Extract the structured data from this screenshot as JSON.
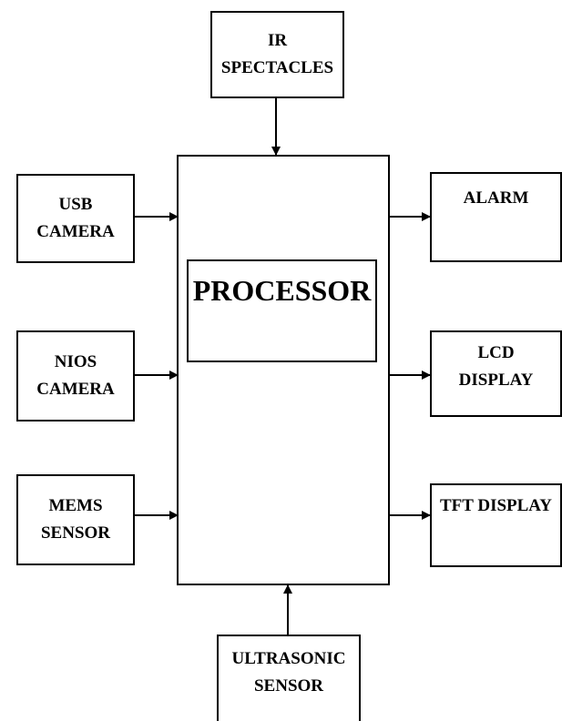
{
  "diagram": {
    "colors": {
      "line": "#000000",
      "background": "#ffffff"
    },
    "blocks": {
      "ir_spectacles": [
        "IR",
        "SPECTACLES"
      ],
      "usb_camera": [
        "USB",
        "CAMERA"
      ],
      "nios_camera": [
        "NIOS",
        "CAMERA"
      ],
      "mems_sensor": [
        "MEMS",
        "SENSOR"
      ],
      "processor": [
        "PROCESSOR"
      ],
      "alarm": [
        "ALARM"
      ],
      "lcd_display": [
        "LCD",
        "DISPLAY"
      ],
      "tft_display": [
        "TFT DISPLAY"
      ],
      "ultrasonic_sensor": [
        "ULTRASONIC",
        "SENSOR"
      ]
    },
    "connections": [
      {
        "from": "ir_spectacles",
        "to": "processor"
      },
      {
        "from": "usb_camera",
        "to": "processor"
      },
      {
        "from": "nios_camera",
        "to": "processor"
      },
      {
        "from": "mems_sensor",
        "to": "processor"
      },
      {
        "from": "ultrasonic_sensor",
        "to": "processor"
      },
      {
        "from": "processor",
        "to": "alarm"
      },
      {
        "from": "processor",
        "to": "lcd_display"
      },
      {
        "from": "processor",
        "to": "tft_display"
      }
    ]
  }
}
